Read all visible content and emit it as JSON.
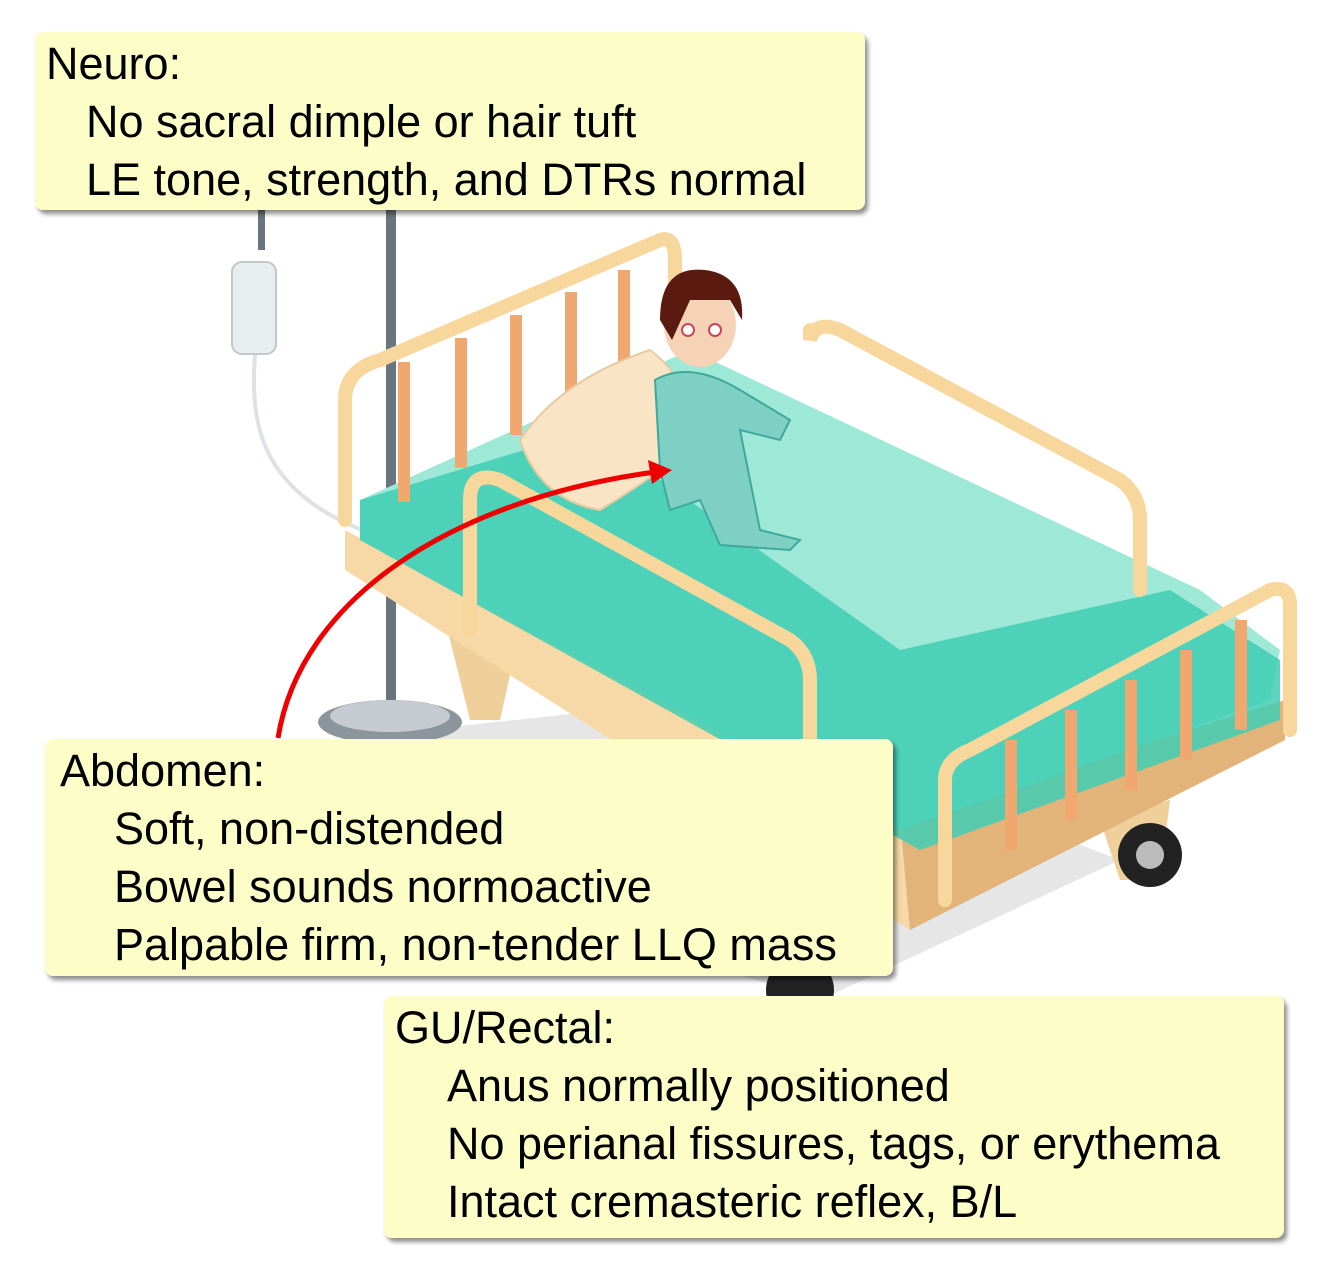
{
  "callouts": {
    "neuro": {
      "title": "Neuro:",
      "items": [
        "No sacral dimple or hair tuft",
        "LE tone, strength, and DTRs normal"
      ]
    },
    "abdomen": {
      "title": "Abdomen:",
      "items": [
        "Soft, non-distended",
        "Bowel sounds normoactive",
        "Palpable firm, non-tender LLQ mass"
      ]
    },
    "gu_rectal": {
      "title": "GU/Rectal:",
      "items": [
        "Anus normally positioned",
        "No perianal fissures, tags, or erythema",
        "Intact cremasteric reflex, B/L"
      ]
    }
  },
  "colors": {
    "callout_bg": "#fdfdc8",
    "arrow": "#ee0000",
    "mattress": "#5fdcc4",
    "frame": "#f8d9a0"
  }
}
